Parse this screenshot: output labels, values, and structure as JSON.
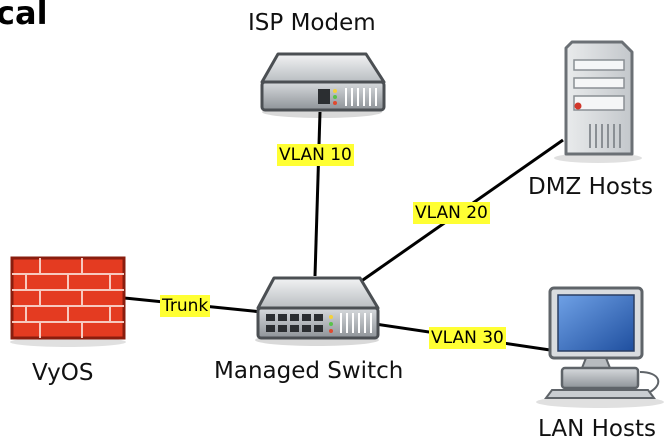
{
  "title": "cal",
  "nodes": {
    "isp_modem": "ISP Modem",
    "dmz_hosts": "DMZ Hosts",
    "vyos": "VyOS",
    "managed_switch": "Managed Switch",
    "lan_hosts": "LAN Hosts"
  },
  "links": {
    "isp_to_switch": "VLAN 10",
    "dmz_to_switch": "VLAN 20",
    "lan_to_switch": "VLAN 30",
    "vyos_to_switch": "Trunk"
  },
  "colors": {
    "label_highlight": "#ffff33",
    "firewall_brick": "#e43b21",
    "device_body": "#9ea3a8",
    "monitor_screen": "#3a72c6"
  },
  "icons": {
    "isp_modem": "modem-icon",
    "managed_switch": "switch-icon",
    "vyos": "firewall-icon",
    "dmz_hosts": "server-tower-icon",
    "lan_hosts": "desktop-computer-icon"
  }
}
